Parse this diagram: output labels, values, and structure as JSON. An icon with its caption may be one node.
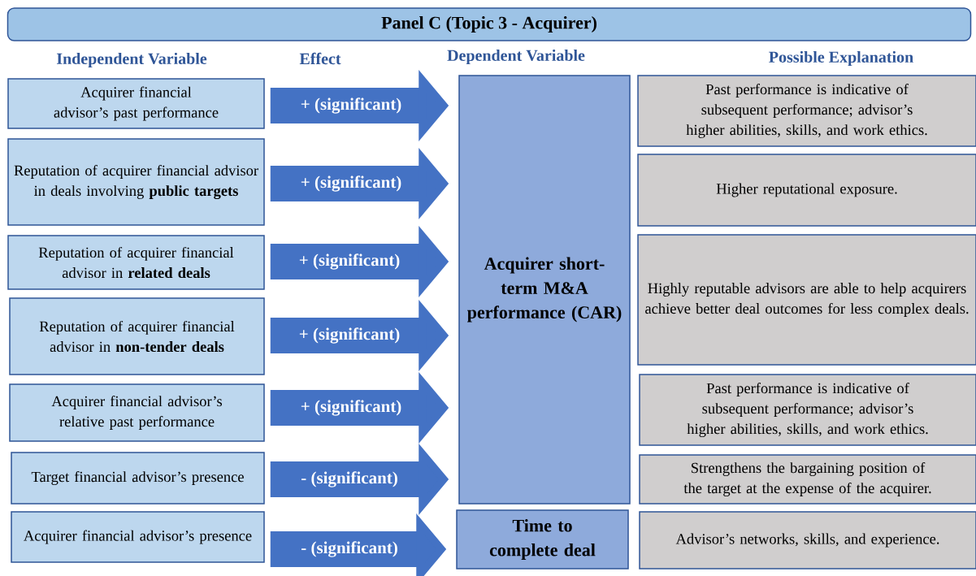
{
  "diagram": {
    "title": "Panel C (Topic 3 - Acquirer)",
    "nodes": [
      {
        "text": [
          "Acquirer financial advisor’s past performance"
        ]
      },
      {
        "text": [
          "Reputation of acquirer financial advisor in deals involving **public targets**"
        ]
      },
      {
        "text": [
          "Reputation of acquirer financial advisor in **related deals**"
        ]
      },
      {
        "text": [
          "Reputation of acquirer financial advisor in **non-tender deals**"
        ]
      },
      {
        "text": [
          "Acquirer financial advisor’s relative past performance"
        ]
      },
      {
        "text": [
          "Target financial advisor’s presence"
        ]
      },
      {
        "text": [
          "Acquirer financial advisor’s presence"
        ]
      },
      {
        "text": [
          "Acquirer short-term M&A performance (CAR)"
        ]
      },
      {
        "text": [
          "Time to complete deal"
        ]
      },
      {
        "text": [
          "Past performance is indicative of subsequent performance; advisor’s higher abilities, skills, and work ethics."
        ]
      },
      {
        "text": [
          "Higher reputational exposure."
        ]
      },
      {
        "text": [
          "Highly reputable advisors are able to help acquirers achieve better deal outcomes for less complex deals."
        ]
      },
      {
        "text": [
          "Past performance is indicative of subsequent performance; advisor’s higher abilities, skills, and work ethics."
        ]
      },
      {
        "text": [
          "Strengthens the bargaining position of the target at the expense of the acquirer."
        ]
      },
      {
        "text": [
          "Advisor’s networks, skills, and experience."
        ]
      }
    ],
    "edges": [
      {
        "from": 0,
        "to": 7,
        "arrow": "to",
        "label": "+ (significant)"
      },
      {
        "from": 1,
        "to": 7,
        "arrow": "to",
        "label": "+ (significant)"
      },
      {
        "from": 2,
        "to": 7,
        "arrow": "to",
        "label": "+ (significant)"
      },
      {
        "from": 3,
        "to": 7,
        "arrow": "to",
        "label": "+ (significant)"
      },
      {
        "from": 4,
        "to": 7,
        "arrow": "to",
        "label": "+ (significant)"
      },
      {
        "from": 5,
        "to": 7,
        "arrow": "to",
        "label": "- (significant)"
      },
      {
        "from": 6,
        "to": 8,
        "arrow": "to",
        "label": "- (significant)"
      }
    ],
    "labels": [
      "Independent Variable",
      "Effect",
      "Dependent Variable",
      "Possible Explanation"
    ]
  }
}
